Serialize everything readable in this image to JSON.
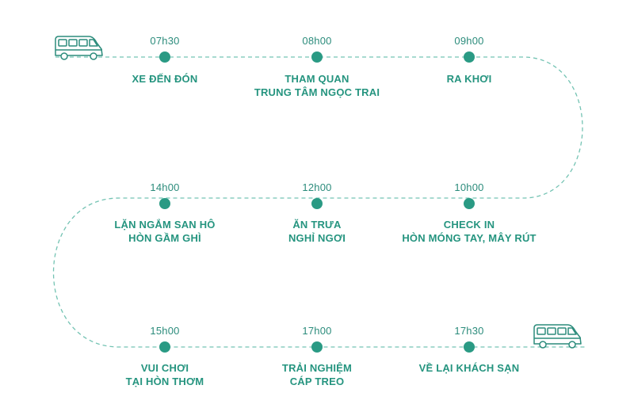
{
  "colors": {
    "accent": "#25947f",
    "dot": "#2a9a84",
    "route": "#74c3b3"
  },
  "icons": {
    "start": "van-icon",
    "end": "van-icon"
  },
  "row1": [
    {
      "time": "07h30",
      "lines": [
        "XE ĐẾN ĐÓN"
      ]
    },
    {
      "time": "08h00",
      "lines": [
        "THAM QUAN",
        "TRUNG TÂM NGỌC TRAI"
      ]
    },
    {
      "time": "09h00",
      "lines": [
        "RA KHƠI"
      ]
    }
  ],
  "row2": [
    {
      "time": "14h00",
      "lines": [
        "LẶN NGẮM SAN HÔ",
        "HÒN GẦM GHÌ"
      ]
    },
    {
      "time": "12h00",
      "lines": [
        "ĂN TRƯA",
        "NGHỈ NGƠI"
      ]
    },
    {
      "time": "10h00",
      "lines": [
        "CHECK IN",
        "HÒN MÓNG TAY, MÂY RÚT"
      ]
    }
  ],
  "row3": [
    {
      "time": "15h00",
      "lines": [
        "VUI CHƠI",
        "TẠI HÒN THƠM"
      ]
    },
    {
      "time": "17h00",
      "lines": [
        "TRẢI NGHIỆM",
        "CÁP TREO"
      ]
    },
    {
      "time": "17h30",
      "lines": [
        "VỀ LẠI KHÁCH SẠN"
      ]
    }
  ]
}
